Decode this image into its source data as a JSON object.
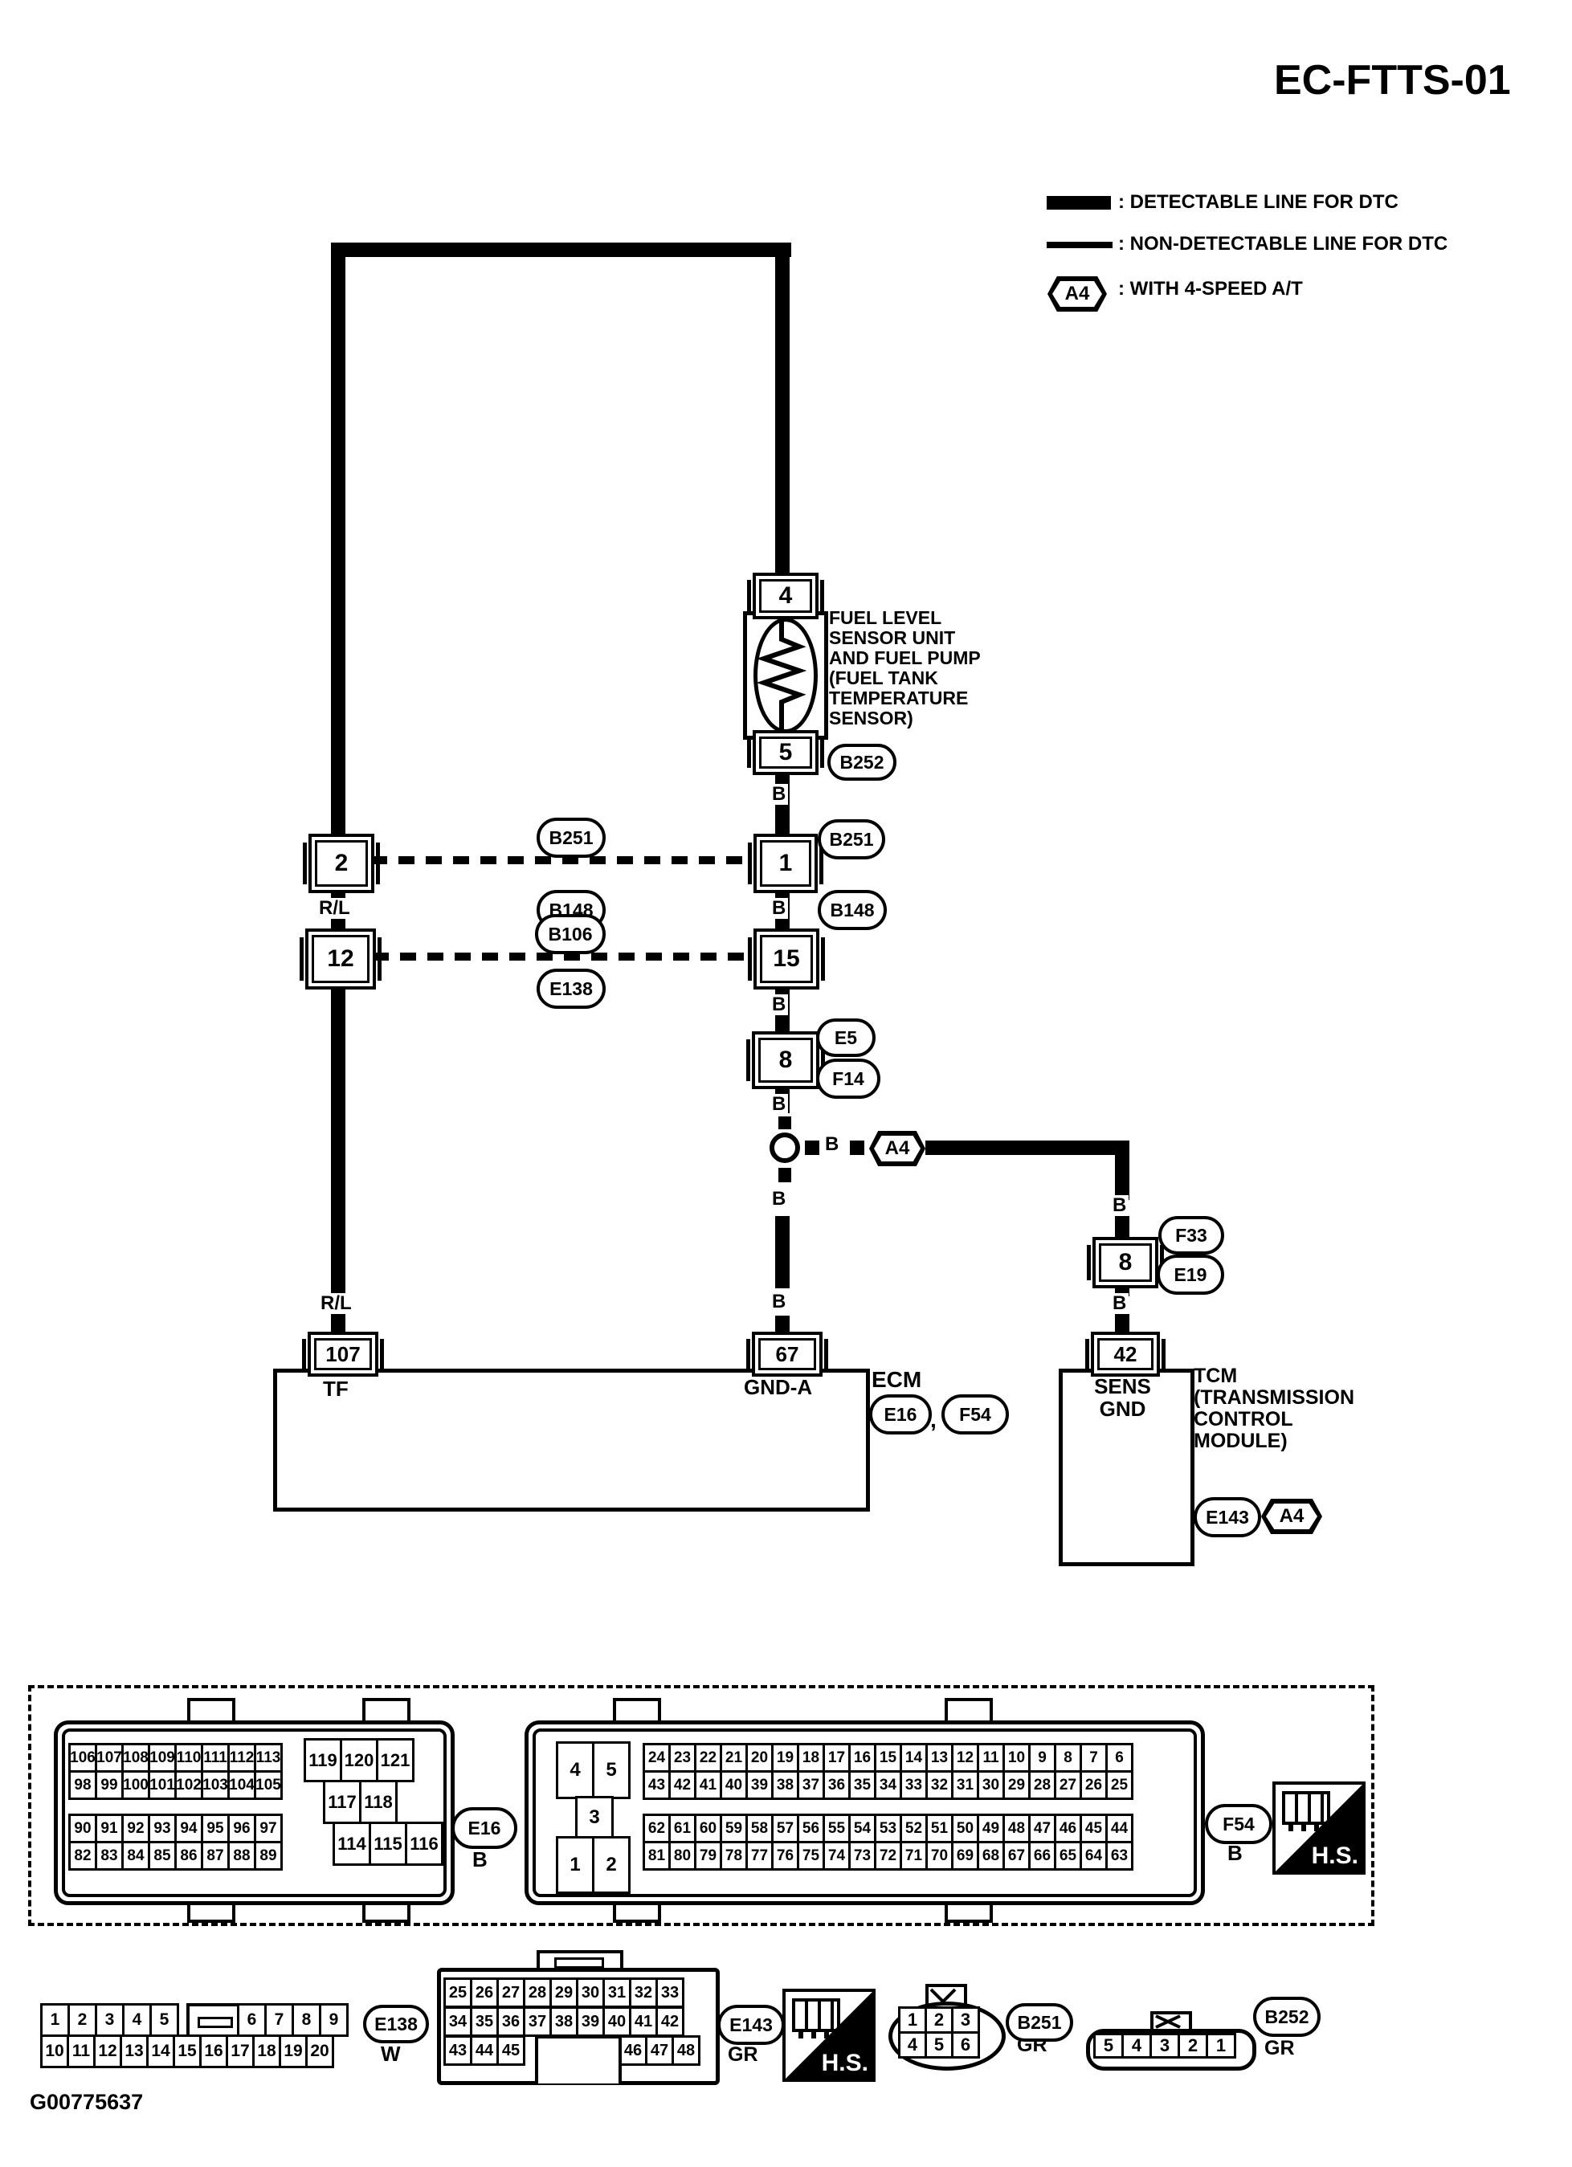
{
  "page": {
    "title": "EC-FTTS-01",
    "figure_id": "G00775637"
  },
  "legend": {
    "detectable": ": DETECTABLE LINE FOR DTC",
    "non_detectable": ": NON-DETECTABLE LINE FOR DTC",
    "a4": "A4",
    "a4_note": ": WITH 4-SPEED A/T"
  },
  "labels": {
    "b": "B",
    "rl": "R/L",
    "comma": ","
  },
  "sensor": {
    "pin_top": "4",
    "pin_bottom": "5",
    "connector": "B252",
    "label_lines": [
      "FUEL LEVEL",
      "SENSOR UNIT",
      "AND FUEL PUMP",
      "(FUEL TANK",
      "TEMPERATURE",
      "SENSOR)"
    ]
  },
  "row1": {
    "left_pin": "2",
    "right_pin": "1",
    "mid_top": "B251",
    "mid_bottom": "B148",
    "right_top": "B251",
    "right_bottom": "B148"
  },
  "row2": {
    "left_pin": "12",
    "right_pin": "15",
    "mid_top": "B106",
    "mid_bottom": "E138"
  },
  "conn8a": {
    "pin": "8",
    "top": "E5",
    "bottom": "F14"
  },
  "splice": {
    "a4": "A4"
  },
  "conn8b": {
    "pin": "8",
    "top": "F33",
    "bottom": "E19"
  },
  "ecm": {
    "pin_left": "107",
    "name_left": "TF",
    "pin_right": "67",
    "name_right": "GND-A",
    "title": "ECM",
    "conn1": "E16",
    "conn2": "F54"
  },
  "tcm": {
    "pin": "42",
    "name_lines": [
      "SENS",
      "GND"
    ],
    "title_lines": [
      "TCM",
      "(TRANSMISSION",
      "CONTROL",
      "MODULE)"
    ],
    "conn": "E143",
    "a4": "A4"
  },
  "pinout": {
    "e16": {
      "r1": [
        "106",
        "107",
        "108",
        "109",
        "110",
        "111",
        "112",
        "113"
      ],
      "r2": [
        "98",
        "99",
        "100",
        "101",
        "102",
        "103",
        "104",
        "105"
      ],
      "r3": [
        "90",
        "91",
        "92",
        "93",
        "94",
        "95",
        "96",
        "97"
      ],
      "r4": [
        "82",
        "83",
        "84",
        "85",
        "86",
        "87",
        "88",
        "89"
      ],
      "s1": [
        "119",
        "120",
        "121"
      ],
      "s2": [
        "117",
        "118"
      ],
      "s3": [
        "114",
        "115",
        "116"
      ],
      "label": "E16",
      "color": "B"
    },
    "f54": {
      "bt": [
        "4",
        "5"
      ],
      "bm": [
        "3"
      ],
      "bb": [
        "1",
        "2"
      ],
      "r1": [
        "24",
        "23",
        "22",
        "21",
        "20",
        "19",
        "18",
        "17",
        "16",
        "15",
        "14",
        "13",
        "12",
        "11",
        "10",
        "9",
        "8",
        "7",
        "6"
      ],
      "r2": [
        "43",
        "42",
        "41",
        "40",
        "39",
        "38",
        "37",
        "36",
        "35",
        "34",
        "33",
        "32",
        "31",
        "30",
        "29",
        "28",
        "27",
        "26",
        "25"
      ],
      "r3": [
        "62",
        "61",
        "60",
        "59",
        "58",
        "57",
        "56",
        "55",
        "54",
        "53",
        "52",
        "51",
        "50",
        "49",
        "48",
        "47",
        "46",
        "45",
        "44"
      ],
      "r4": [
        "81",
        "80",
        "79",
        "78",
        "77",
        "76",
        "75",
        "74",
        "73",
        "72",
        "71",
        "70",
        "69",
        "68",
        "67",
        "66",
        "65",
        "64",
        "63"
      ],
      "label": "F54",
      "color": "B",
      "hs": "H.S."
    }
  },
  "bottom": {
    "e138": {
      "r1a": [
        "1",
        "2",
        "3",
        "4",
        "5"
      ],
      "r1b": [
        "6",
        "7",
        "8",
        "9"
      ],
      "r2": [
        "10",
        "11",
        "12",
        "13",
        "14",
        "15",
        "16",
        "17",
        "18",
        "19",
        "20"
      ],
      "label": "E138",
      "color": "W"
    },
    "e143": {
      "r1": [
        "25",
        "26",
        "27",
        "28",
        "29",
        "30",
        "31",
        "32",
        "33"
      ],
      "r2": [
        "34",
        "35",
        "36",
        "37",
        "38",
        "39",
        "40",
        "41",
        "42"
      ],
      "r3a": [
        "43",
        "44",
        "45"
      ],
      "r3b": [
        "46",
        "47",
        "48"
      ],
      "label": "E143",
      "color": "GR",
      "hs": "H.S."
    },
    "b251": {
      "r1": [
        "1",
        "2",
        "3"
      ],
      "r2": [
        "4",
        "5",
        "6"
      ],
      "label": "B251",
      "color": "GR"
    },
    "b252": {
      "cells": [
        "5",
        "4",
        "3",
        "2",
        "1"
      ],
      "label": "B252",
      "color": "GR"
    }
  }
}
